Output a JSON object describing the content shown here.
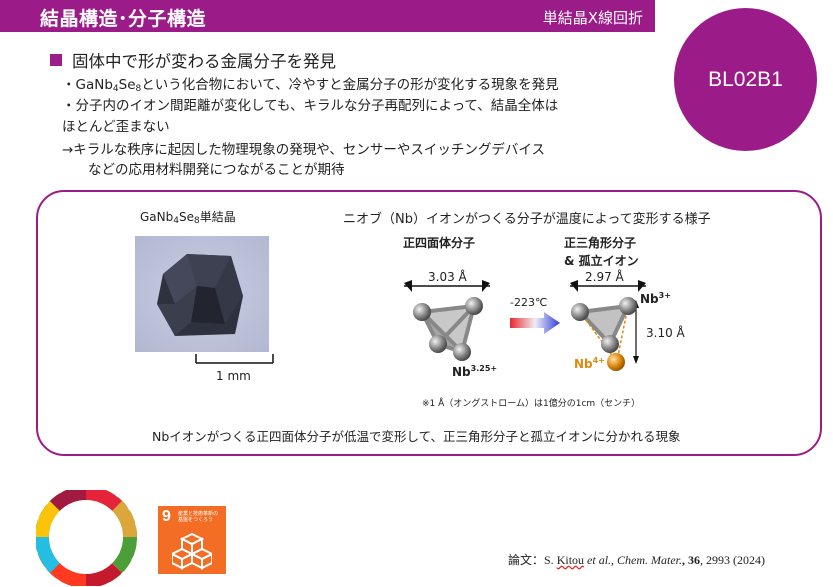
{
  "header": {
    "title": "結晶構造･分子構造",
    "subtitle": "単結晶X線回折"
  },
  "beamline": "BL02B1",
  "heading": "固体中で形が変わる金属分子を発見",
  "bullets": {
    "b1_pre": "・GaNb",
    "b1_s1": "4",
    "b1_mid": "Se",
    "b1_s2": "8",
    "b1_post": "という化合物において、冷やすと金属分子の形が変化する現象を発見",
    "b2_line1": "・分子内のイオン間距離が変化しても、キラルな分子再配列によって、結晶全体は",
    "b2_line2": "ほとんど歪まない",
    "b3_line1": "→キラルな秩序に起因した物理現象の発現や、センサーやスイッチングデバイス",
    "b3_line2": "などの応用材料開発につながることが期待"
  },
  "panel": {
    "crystal_pre": "GaNb",
    "crystal_s1": "4",
    "crystal_mid": "Se",
    "crystal_s2": "8",
    "crystal_post": "単結晶",
    "scale_label": "1 mm",
    "title": "ニオブ（Nb）イオンがつくる分子が温度によって変形する様子",
    "left_label": "正四面体分子",
    "right_label_1": "正三角形分子",
    "right_label_2": "& 孤立イオン",
    "dist_left": "3.03 Å",
    "dist_right_top": "2.97 Å",
    "dist_right_side": "3.10 Å",
    "temp": "-223℃",
    "nb_325": "Nb",
    "nb_325_sup": "3.25+",
    "nb_3": "Nb",
    "nb_3_sup": "3+",
    "nb_4": "Nb",
    "nb_4_sup": "4+",
    "footnote": "※1 Å（オングストローム）は1億分の1cm（センチ）",
    "caption": "Nbイオンがつくる正四面体分子が低温で変形して、正三角形分子と孤立イオンに分かれる現象"
  },
  "sdg": {
    "number": "9",
    "text": "産業と技術革新の基盤をつくろう"
  },
  "citation": {
    "prefix": "論文：S. ",
    "author": "Kitou",
    "etal": " et al., Chem. Mater.",
    "vol": ", 36",
    "rest": ", 2993 (2024)"
  },
  "colors": {
    "accent": "#9b1b89",
    "sdg9": "#f36d25",
    "nb4": "#e08a10"
  }
}
